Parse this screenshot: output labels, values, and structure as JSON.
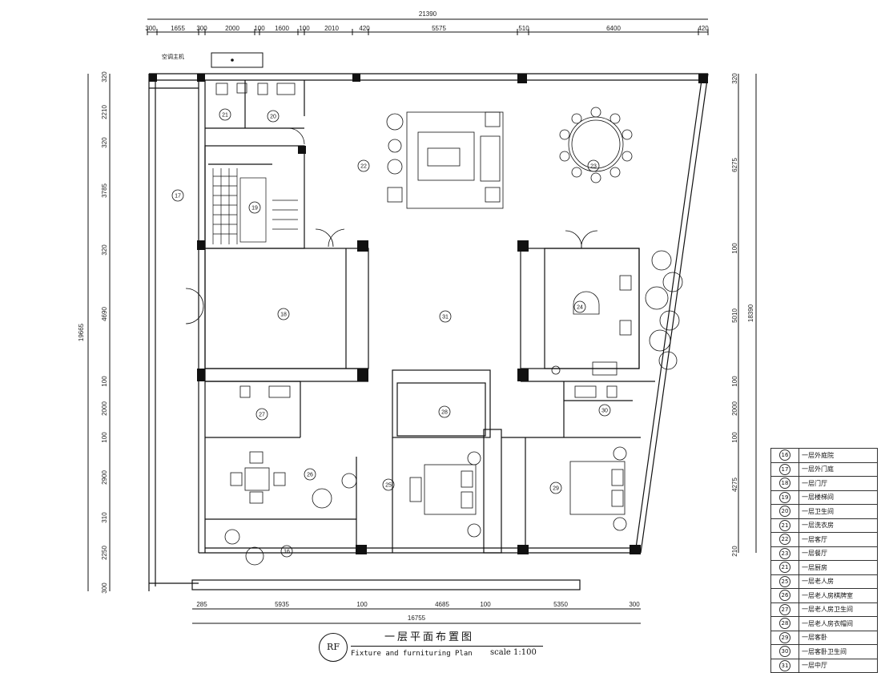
{
  "top_dims": {
    "overall": "21390",
    "segments": [
      "300",
      "1655",
      "300",
      "2000",
      "100",
      "1600",
      "100",
      "2010",
      "420",
      "5575",
      "510",
      "6400",
      "420"
    ]
  },
  "bottom_dims": {
    "segments": [
      "285",
      "5935",
      "100",
      "4685",
      "100",
      "5350",
      "300"
    ],
    "overall": "16755"
  },
  "left_dims": {
    "overall": "19665",
    "segments": [
      "320",
      "2210",
      "320",
      "3785",
      "320",
      "4690",
      "100",
      "2000",
      "100",
      "2900",
      "310",
      "2250",
      "300"
    ]
  },
  "right_dims": {
    "segments_outer": [
      "320",
      "6275",
      "100",
      "5010",
      "100",
      "2000",
      "100",
      "4275",
      "210"
    ],
    "overall": "18390"
  },
  "ac_unit_label": "空调主机",
  "room_numbers": [
    "16",
    "17",
    "18",
    "19",
    "20",
    "21",
    "22",
    "23",
    "24",
    "25",
    "26",
    "27",
    "28",
    "29",
    "30",
    "31"
  ],
  "legend": [
    {
      "num": "16",
      "name": "一层外庭院"
    },
    {
      "num": "17",
      "name": "一层外门庭"
    },
    {
      "num": "18",
      "name": "一层门厅"
    },
    {
      "num": "19",
      "name": "一层楼梯间"
    },
    {
      "num": "20",
      "name": "一层卫生间"
    },
    {
      "num": "21",
      "name": "一层洗衣房"
    },
    {
      "num": "22",
      "name": "一层客厅"
    },
    {
      "num": "23",
      "name": "一层餐厅"
    },
    {
      "num": "21",
      "name": "一层厨房"
    },
    {
      "num": "25",
      "name": "一层老人房"
    },
    {
      "num": "26",
      "name": "一层老人房棋牌室"
    },
    {
      "num": "27",
      "name": "一层老人房卫生间"
    },
    {
      "num": "28",
      "name": "一层老人房衣帽间"
    },
    {
      "num": "29",
      "name": "一层客卧"
    },
    {
      "num": "30",
      "name": "一层客卧卫生间"
    },
    {
      "num": "31",
      "name": "一层中厅"
    }
  ],
  "title": {
    "badge": "RF",
    "cn": "一层平面布置图",
    "en": "Fixture and furnituring Plan",
    "scale": "scale 1:100"
  }
}
